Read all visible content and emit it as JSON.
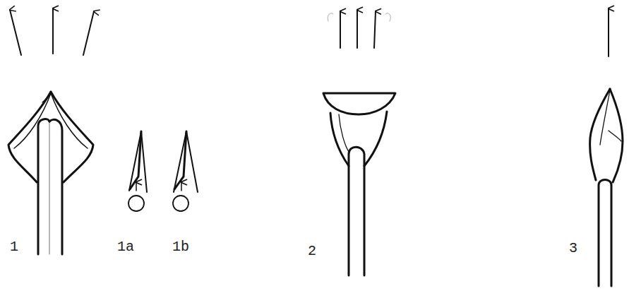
{
  "diagram": {
    "labels": [
      "1",
      "1a",
      "1b",
      "2",
      "3"
    ]
  }
}
